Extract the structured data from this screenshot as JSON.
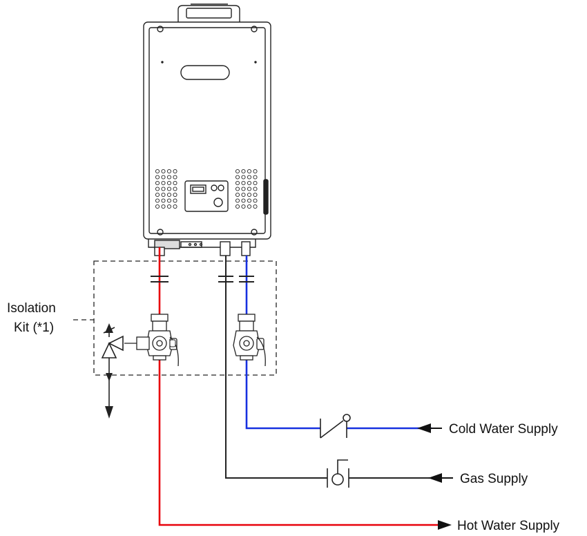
{
  "labels": {
    "isolation_kit_line1": "Isolation",
    "isolation_kit_line2": "Kit (*1)",
    "cold_water_supply": "Cold Water Supply",
    "gas_supply": "Gas Supply",
    "hot_water_supply": "Hot Water Supply"
  },
  "colors": {
    "hot_pipe": "#e8000a",
    "cold_pipe": "#1630e0",
    "gas_pipe": "#222222",
    "outline": "#222222"
  }
}
